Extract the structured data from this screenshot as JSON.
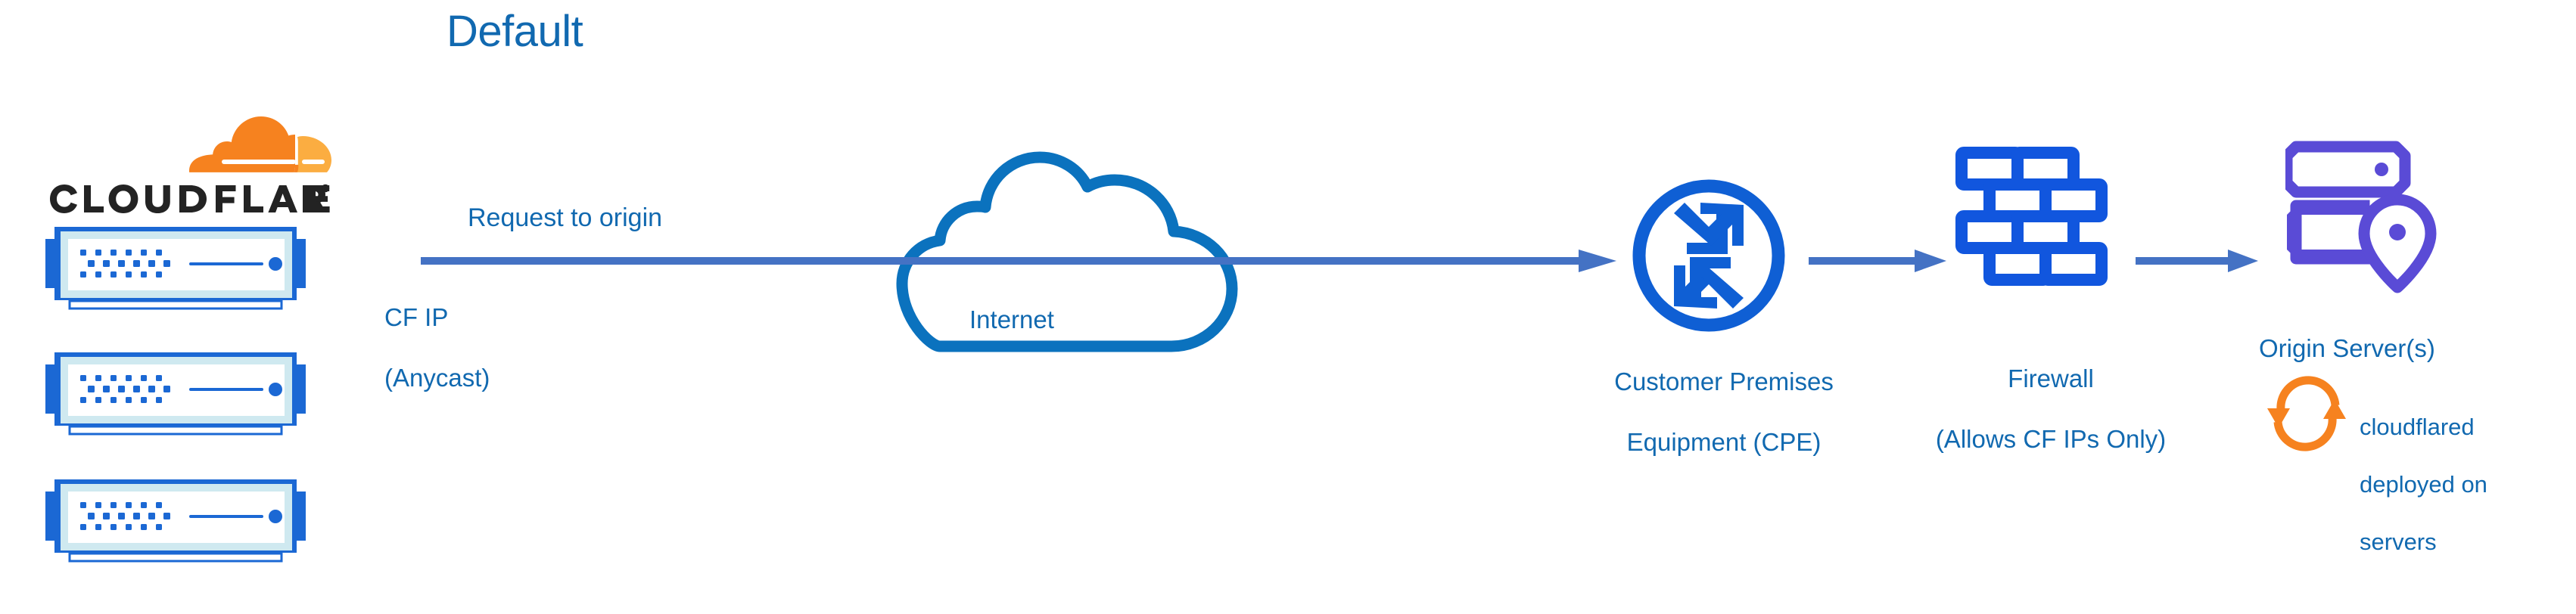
{
  "title": "Default",
  "colors": {
    "title_blue": "#1169B0",
    "label_blue": "#1169B0",
    "arrow_blue": "#4472C4",
    "icon_blue": "#0F5FD4",
    "cloud_outline_blue": "#0B72BE",
    "server_body": "#CFE9F0",
    "server_edge": "#1B68D4",
    "origin_purple": "#5A4BD6",
    "cloudflare_orange": "#F6821F",
    "cloudflare_orange_light": "#FBAD41",
    "wordmark_black": "#232323",
    "background": "#FFFFFF"
  },
  "brand": {
    "logo_mark_name": "cloudflare-cloud-mark",
    "wordmark": "CLOUDFLARE",
    "registered_mark": "®"
  },
  "left_stack": {
    "name": "cloudflare-edge-servers",
    "count": 3,
    "server_label": "cloudflare-edge-server"
  },
  "labels": {
    "request_to_origin": "Request to origin",
    "cf_ip": "CF IP\n(Anycast)",
    "cf_ip_line1": "CF IP",
    "cf_ip_line2": "(Anycast)",
    "internet": "Internet",
    "cpe_line1": "Customer Premises",
    "cpe_line2": "Equipment (CPE)",
    "firewall_line1": "Firewall",
    "firewall_line2": "(Allows CF IPs Only)",
    "origin_server": "Origin Server(s)",
    "cloudflared_line1": "cloudflared",
    "cloudflared_line2": "deployed on",
    "cloudflared_line3": "servers"
  },
  "nodes": [
    {
      "id": "cf-edge",
      "icon": "server-rack-icon",
      "label": "CLOUDFLARE"
    },
    {
      "id": "internet",
      "icon": "cloud-icon",
      "label": "Internet"
    },
    {
      "id": "cpe",
      "icon": "router-circle-icon",
      "label": "Customer Premises Equipment (CPE)"
    },
    {
      "id": "firewall",
      "icon": "brick-wall-icon",
      "label": "Firewall (Allows CF IPs Only)"
    },
    {
      "id": "origin",
      "icon": "origin-server-pin-icon",
      "label": "Origin Server(s)"
    }
  ],
  "connectors": [
    {
      "id": "edge-to-cpe",
      "from": "cf-edge",
      "to": "cpe",
      "label": "Request to origin",
      "arrowhead": "end"
    },
    {
      "id": "cpe-to-firewall",
      "from": "cpe",
      "to": "firewall",
      "label": "",
      "arrowhead": "end"
    },
    {
      "id": "firewall-to-origin",
      "from": "firewall",
      "to": "origin",
      "label": "",
      "arrowhead": "end"
    }
  ],
  "annotations": [
    {
      "icon": "sync-refresh-icon",
      "text": "cloudflared deployed on servers",
      "color": "#F6821F"
    }
  ]
}
